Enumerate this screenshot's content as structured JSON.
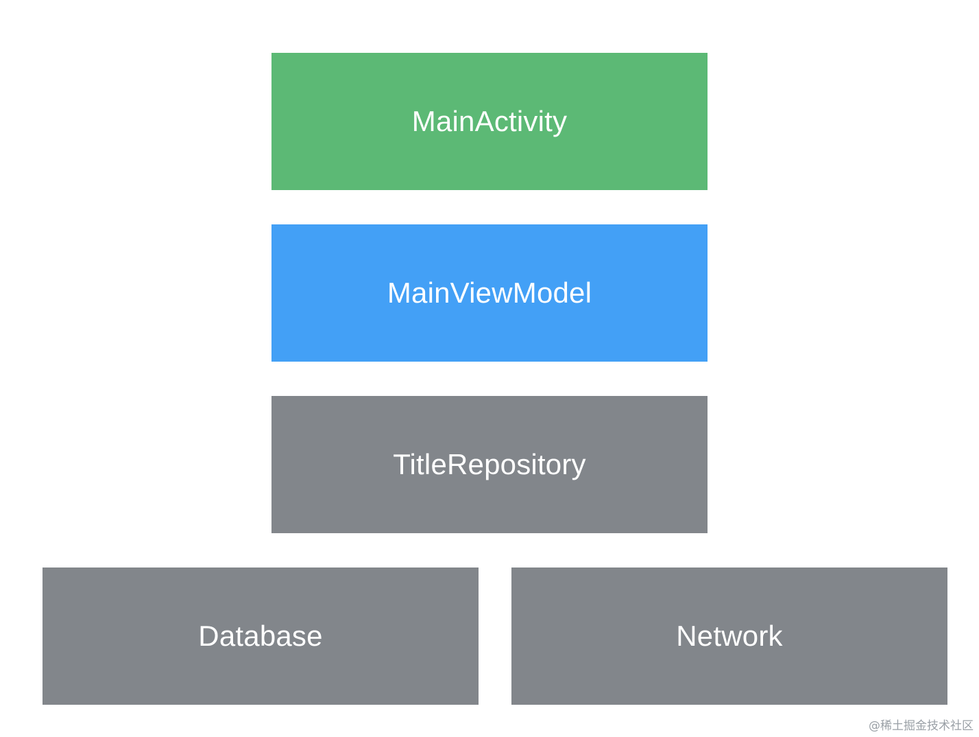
{
  "colors": {
    "activity": "#5cb975",
    "viewmodel": "#43a0f6",
    "repository": "#82868b",
    "data_source": "#82868b"
  },
  "blocks": [
    {
      "id": "block-main-activity",
      "label": "MainActivity",
      "color_key": "activity"
    },
    {
      "id": "block-main-viewmodel",
      "label": "MainViewModel",
      "color_key": "viewmodel"
    },
    {
      "id": "block-title-repository",
      "label": "TitleRepository",
      "color_key": "repository"
    },
    {
      "id": "block-database",
      "label": "Database",
      "color_key": "data_source"
    },
    {
      "id": "block-network",
      "label": "Network",
      "color_key": "data_source"
    }
  ],
  "watermark": "@稀土掘金技术社区"
}
